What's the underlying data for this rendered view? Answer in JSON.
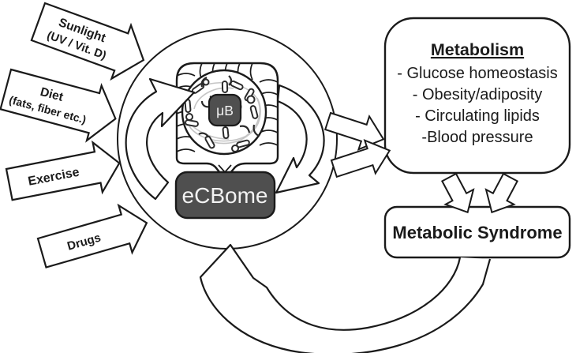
{
  "figure": {
    "inputs": {
      "sunlight_line1": "Sunlight",
      "sunlight_line2": "(UV / Vit. D)",
      "diet_line1": "Diet",
      "diet_line2": "(fats, fiber etc.)",
      "exercise": "Exercise",
      "drugs": "Drugs"
    },
    "hub": {
      "microbiome": "μB",
      "ecbome": "eCBome"
    },
    "metabolism": {
      "title": "Metabolism",
      "items": [
        "- Glucose homeostasis",
        "- Obesity/adiposity",
        "- Circulating lipids",
        "-Blood pressure"
      ]
    },
    "syndrome": "Metabolic Syndrome",
    "colors": {
      "dark_box": "#4f4f4f",
      "outline": "#1a1a1a",
      "background": "#ffffff",
      "light_line": "#c5c5c5",
      "box_text": "#f2f2f2"
    }
  }
}
